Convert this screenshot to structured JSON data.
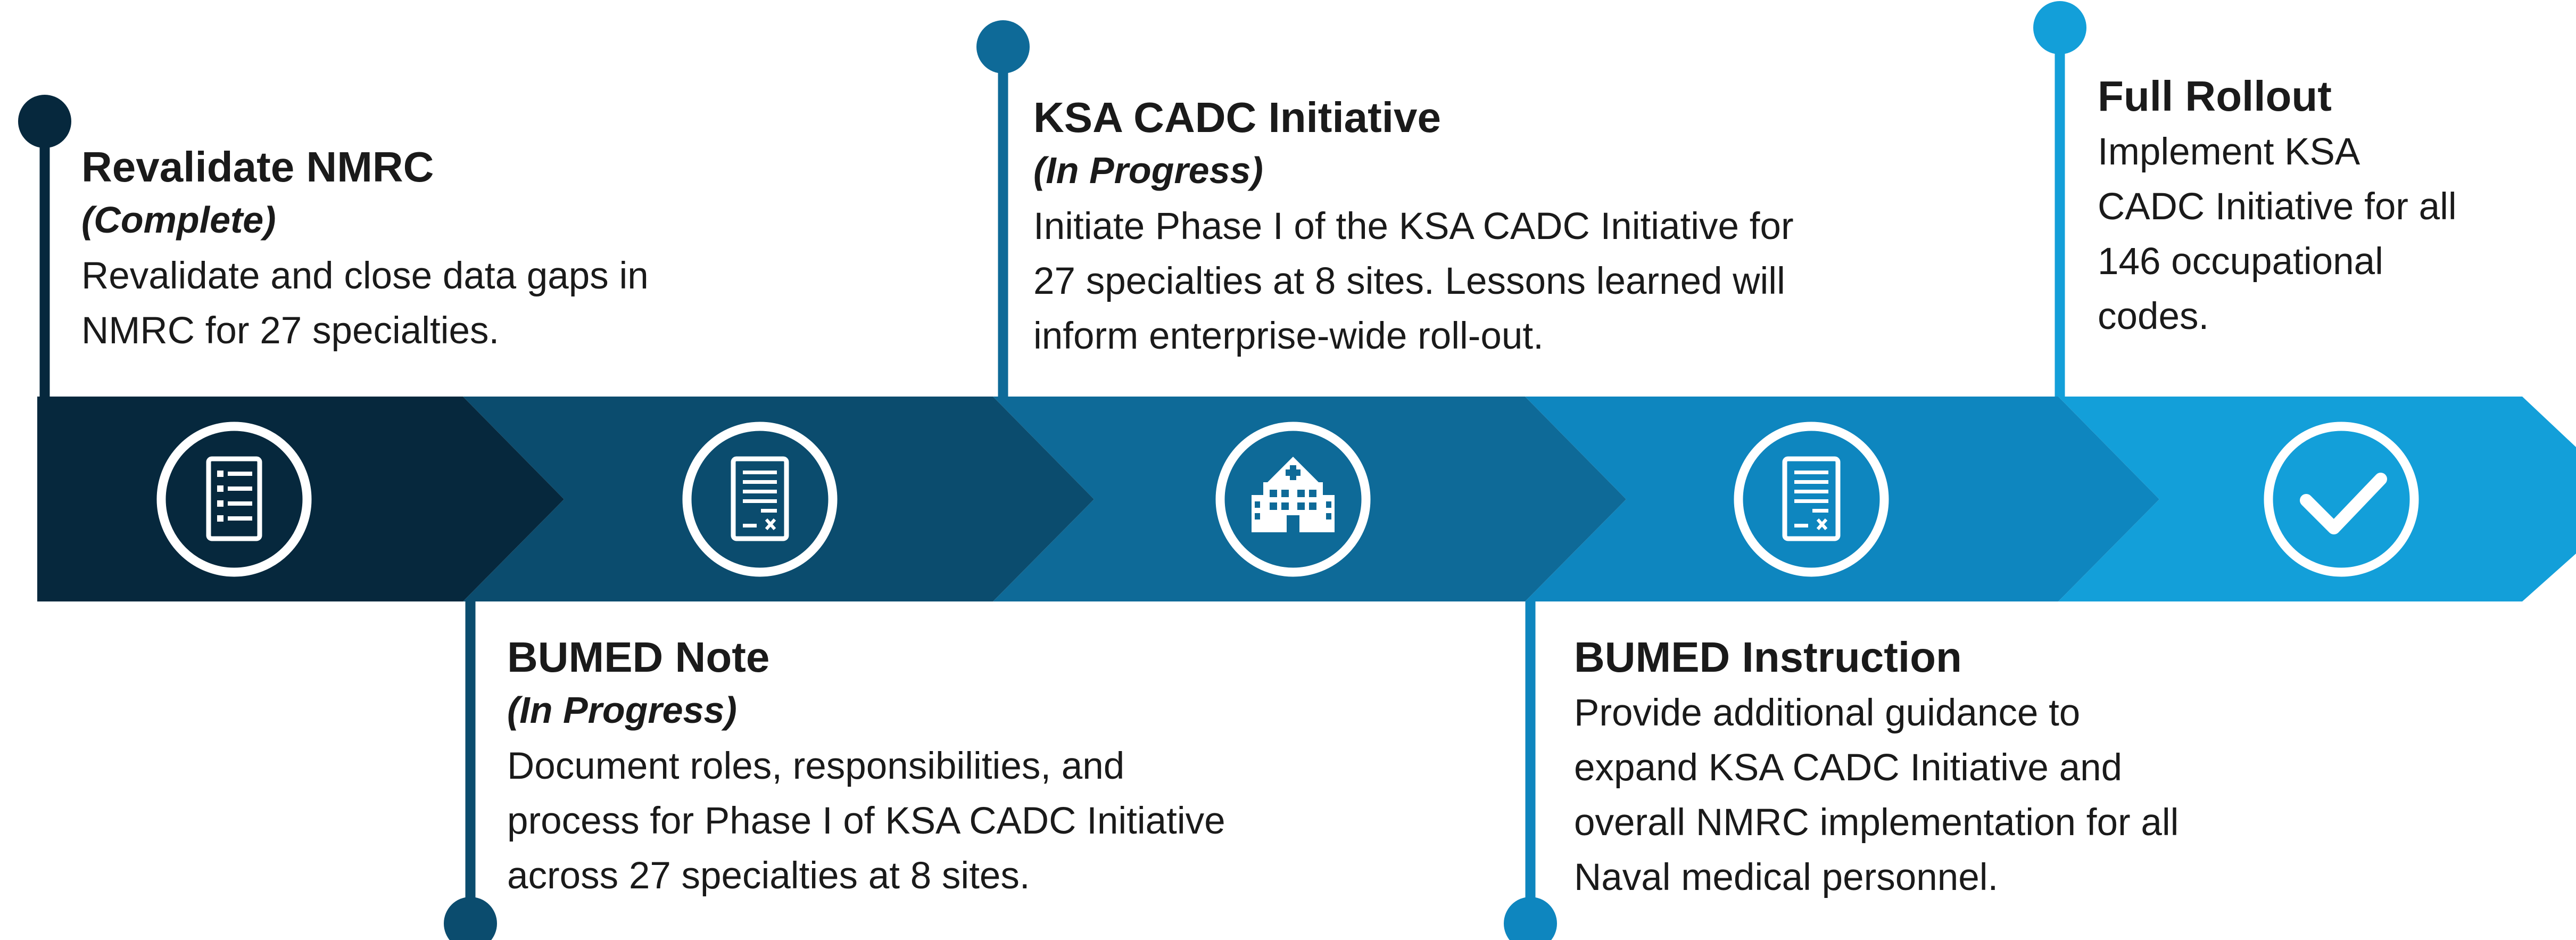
{
  "colors": {
    "stage1": "#06283d",
    "stage2": "#0b4c6e",
    "stage3": "#0e6a98",
    "stage4": "#0e86bf",
    "stage5": "#139fd9",
    "icon": "#ffffff",
    "text": "#1a1a1a"
  },
  "stages": [
    {
      "icon": "checklist-icon"
    },
    {
      "icon": "document-signed-icon"
    },
    {
      "icon": "hospital-icon"
    },
    {
      "icon": "document-signed-icon"
    },
    {
      "icon": "checkmark-icon"
    }
  ],
  "milestones": [
    {
      "title": "Revalidate NMRC",
      "status": "(Complete)",
      "body": [
        "Revalidate and close data gaps in",
        "NMRC for 27 specialties."
      ]
    },
    {
      "title": "BUMED Note",
      "status": "(In Progress)",
      "body": [
        "Document roles, responsibilities, and",
        "process for Phase I of KSA CADC Initiative",
        "across 27 specialties at 8 sites."
      ]
    },
    {
      "title": "KSA CADC Initiative",
      "status": "(In Progress)",
      "body": [
        "Initiate Phase I of the KSA CADC Initiative for",
        "27 specialties at 8 sites. Lessons learned will",
        "inform enterprise-wide roll-out."
      ]
    },
    {
      "title": "BUMED Instruction",
      "body": [
        "Provide additional guidance to",
        "expand KSA CADC Initiative and",
        "overall NMRC implementation for all",
        "Naval medical personnel."
      ]
    },
    {
      "title": "Full Rollout",
      "body": [
        "Implement KSA",
        "CADC Initiative for all",
        "146 occupational",
        "codes."
      ]
    }
  ]
}
